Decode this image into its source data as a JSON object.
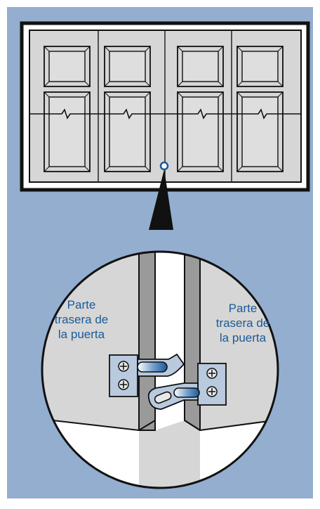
{
  "colors": {
    "background": "#93aecf",
    "door_panel": "#d6d6d6",
    "outline": "#111111",
    "label_text": "#1a5a99",
    "strut_gray": "#9a9a9a",
    "hinge_plate": "#b9c9de",
    "hinge_blue": "#1a5a99"
  },
  "diagram": {
    "left_label": [
      "Parte",
      "trasera de",
      "la puerta"
    ],
    "right_label": [
      "Parte",
      "trasera de",
      "la puerta"
    ]
  }
}
